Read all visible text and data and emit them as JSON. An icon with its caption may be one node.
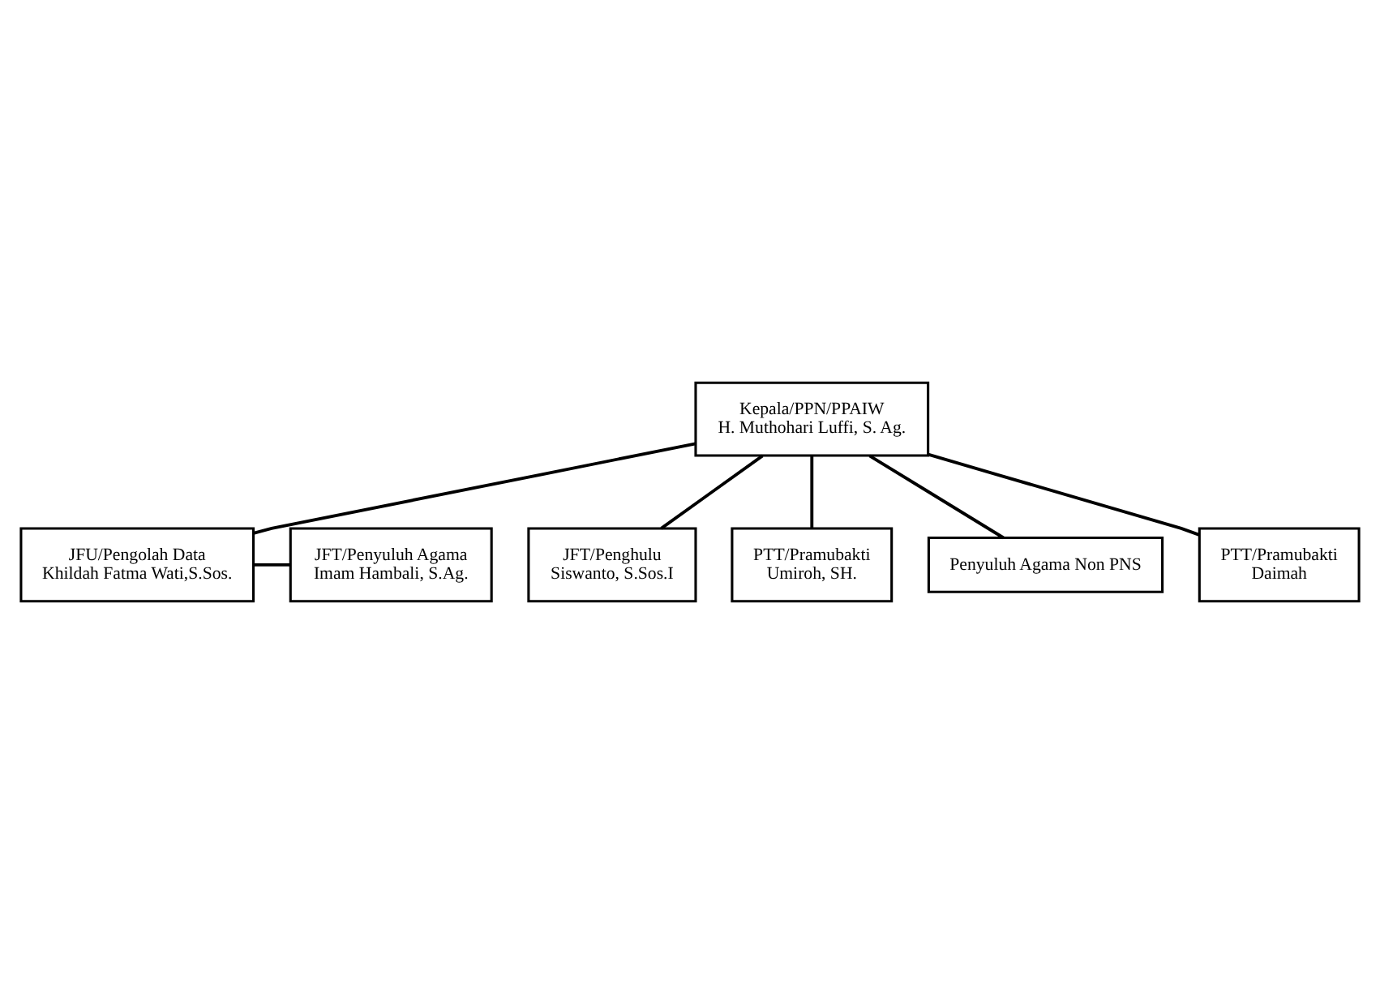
{
  "diagram": {
    "nodes": [
      {
        "text": [
          "Kepala/PPN/PPAIW",
          "H. Muthohari Luffi, S. Ag."
        ]
      },
      {
        "text": [
          "JFT/Penyuluh Agama",
          "Imam Hambali, S.Ag."
        ]
      },
      {
        "text": [
          "JFU/Pengolah Data",
          "Khildah Fatma Wati,S.Sos."
        ]
      },
      {
        "text": [
          "JFT/Penghulu",
          "Siswanto, S.Sos.I"
        ]
      },
      {
        "text": [
          "PTT/Pramubakti",
          "Umiroh, SH."
        ]
      },
      {
        "text": [
          "Penyuluh Agama Non PNS"
        ]
      },
      {
        "text": [
          "PTT/Pramubakti",
          "Daimah"
        ]
      }
    ],
    "edges": [
      {
        "from": 0,
        "to": 2,
        "arrow": "none"
      },
      {
        "from": 0,
        "to": 3,
        "arrow": "none"
      },
      {
        "from": 2,
        "to": 1,
        "arrow": "none"
      },
      {
        "from": 0,
        "to": 4,
        "arrow": "none"
      },
      {
        "from": 0,
        "to": 5,
        "arrow": "none"
      },
      {
        "from": 0,
        "to": 6,
        "arrow": "none"
      }
    ]
  }
}
